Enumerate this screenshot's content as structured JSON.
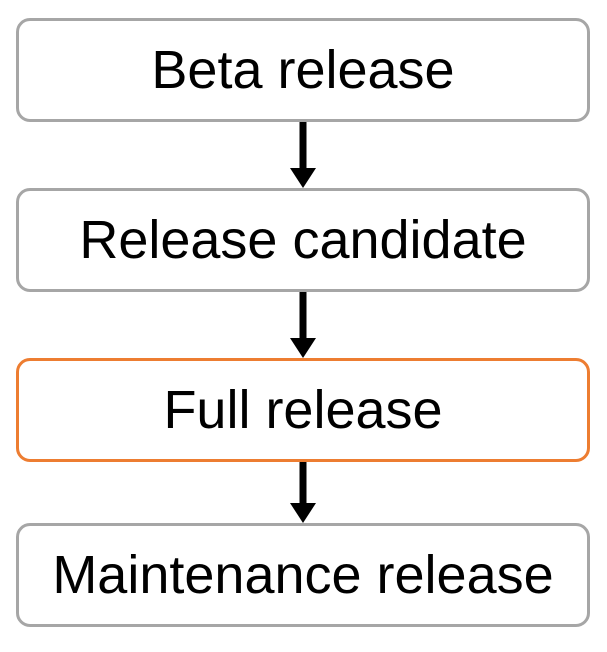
{
  "diagram": {
    "type": "flowchart",
    "direction": "top-down",
    "nodes": [
      {
        "id": "beta-release",
        "label": "Beta release",
        "border_color": "#A6A6A6",
        "highlighted": false
      },
      {
        "id": "release-candidate",
        "label": "Release candidate",
        "border_color": "#A6A6A6",
        "highlighted": false
      },
      {
        "id": "full-release",
        "label": "Full release",
        "border_color": "#ED7D31",
        "highlighted": true
      },
      {
        "id": "maintenance-release",
        "label": "Maintenance release",
        "border_color": "#A6A6A6",
        "highlighted": false
      }
    ],
    "edges": [
      {
        "from": "beta-release",
        "to": "release-candidate"
      },
      {
        "from": "release-candidate",
        "to": "full-release"
      },
      {
        "from": "full-release",
        "to": "maintenance-release"
      }
    ],
    "colors": {
      "node_border_default": "#A6A6A6",
      "node_border_highlight": "#ED7D31",
      "node_fill": "#FFFFFF",
      "arrow": "#000000",
      "text": "#000000",
      "background": "#FFFFFF"
    }
  }
}
